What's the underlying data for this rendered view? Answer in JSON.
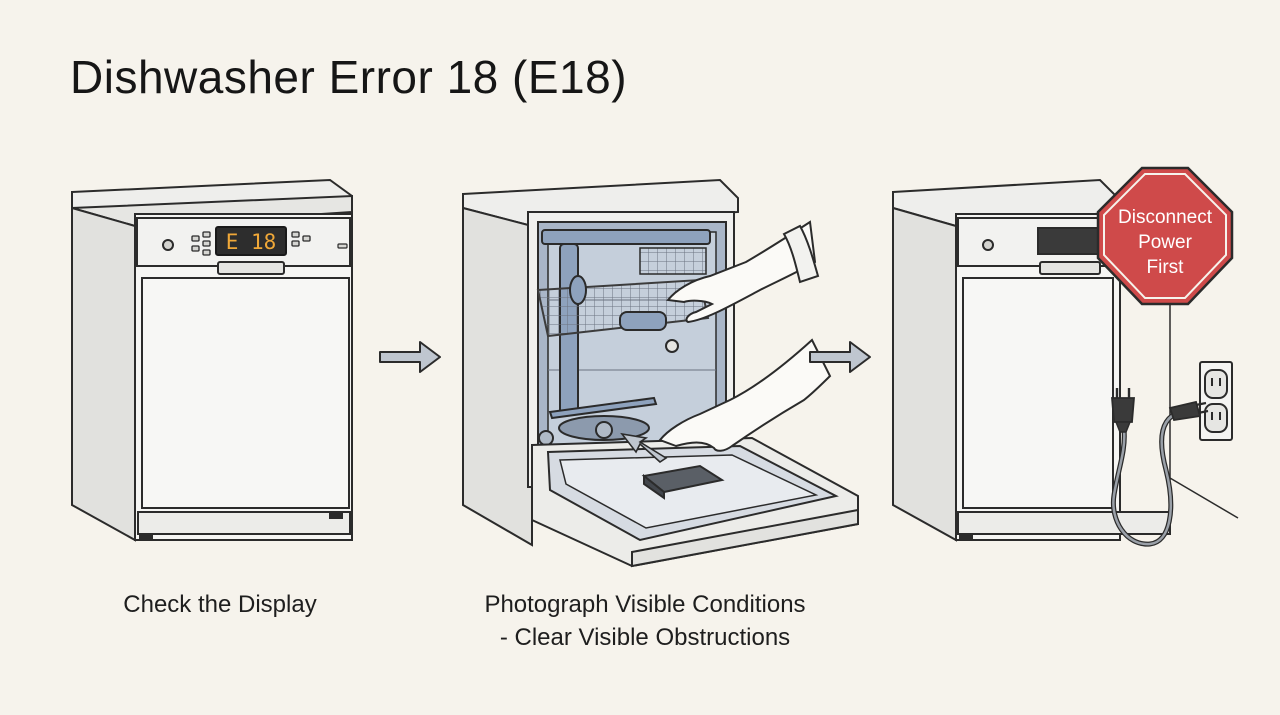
{
  "title": "Dishwasher Error 18 (E18)",
  "steps": [
    {
      "caption": "Check the Display",
      "display_code": "E 18"
    },
    {
      "caption_line1": "Photograph Visible Conditions",
      "caption_line2": "- Clear Visible Obstructions"
    },
    {
      "sign_line1": "Disconnect",
      "sign_line2": "Power",
      "sign_line3": "First"
    }
  ],
  "colors": {
    "background": "#f6f3ec",
    "outline": "#2b2b2b",
    "appliance_fill": "#f4f4f2",
    "tub_blue": "#8ea2bd",
    "display_amber": "#f0a838",
    "stop_red": "#cf4a4a",
    "arrow_fill": "#bfc6cf"
  },
  "icons": [
    "arrow-right-icon",
    "stop-sign-icon",
    "power-plug-icon",
    "wall-outlet-icon",
    "hand-icon"
  ]
}
